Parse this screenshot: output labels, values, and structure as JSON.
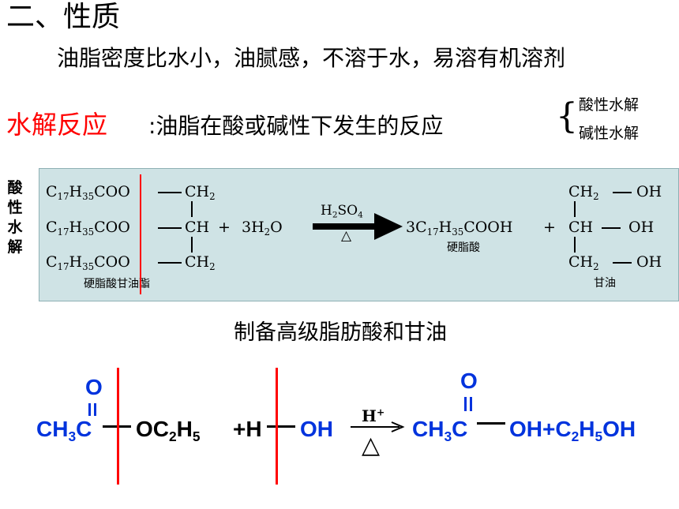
{
  "title": "二、性质",
  "properties": "油脂密度比水小，油腻感，不溶于水，易溶有机溶剂",
  "hydrolysis": {
    "title": "水解反应",
    "description": ":油脂在酸或碱性下发生的反应",
    "types": [
      "酸性水解",
      "碱性水解"
    ]
  },
  "acid_label": "酸性水解",
  "reaction1": {
    "ester_parts": [
      "C",
      "17",
      "H",
      "35",
      "COO"
    ],
    "ch2": "CH",
    "ch": "CH",
    "plus": "+",
    "water": "3H",
    "water_sub": "2",
    "water_o": "O",
    "catalyst": "H",
    "catalyst_sub1": "2",
    "catalyst_so": "SO",
    "catalyst_sub2": "4",
    "triangle": "△",
    "product_acid_coef": "3C",
    "product_acid_rest": "COOH",
    "product_plus": "+",
    "oh": "OH",
    "ester_name": "硬脂酸甘油酯",
    "acid_name": "硬脂酸",
    "glycerol_name": "甘油"
  },
  "caption": "制备高级脂肪酸和甘油",
  "reaction2": {
    "o": "O",
    "ch3c_left": "CH",
    "ch3c_sub": "3",
    "ch3c_c": "C",
    "oc2h5": "OC",
    "oc2h5_sub1": "2",
    "oc2h5_h": "H",
    "oc2h5_sub2": "5",
    "plus_h": "+H",
    "oh": "OH",
    "catalyst": "H",
    "catalyst_sup": "+",
    "triangle": "△",
    "oh_plus": "OH+C",
    "ethanol_sub1": "2",
    "ethanol_h": "H",
    "ethanol_sub2": "5",
    "ethanol_oh": "OH"
  }
}
